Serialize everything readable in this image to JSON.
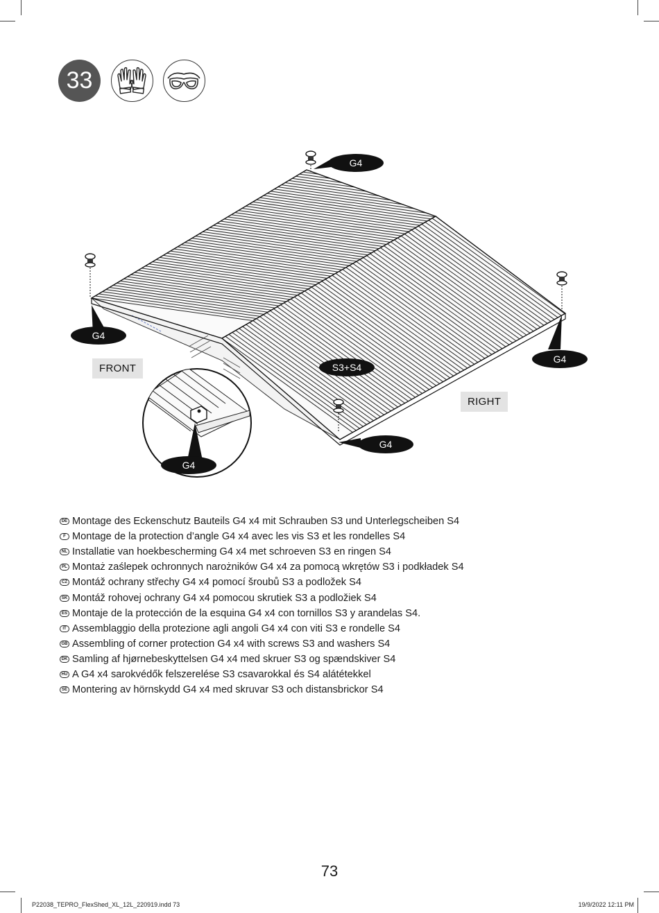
{
  "step": {
    "number": "33"
  },
  "safety_icons": [
    "gloves-icon",
    "goggles-icon"
  ],
  "callouts": {
    "top": "G4",
    "left": "G4",
    "right": "G4",
    "bottom": "G4",
    "center": "S3+S4",
    "detail": "G4"
  },
  "labels": {
    "front": "FRONT",
    "right": "RIGHT"
  },
  "instructions": [
    {
      "code": "DE",
      "text": "Montage des Eckenschutz Bauteils G4 x4 mit Schrauben S3 und Unterlegscheiben S4"
    },
    {
      "code": "F",
      "text": "Montage de la protection d’angle G4 x4 avec les vis S3 et les rondelles S4"
    },
    {
      "code": "NL",
      "text": "Installatie van hoekbescherming G4 x4 met schroeven S3 en ringen S4"
    },
    {
      "code": "PL",
      "text": "Montaż zaślepek ochronnych narożników G4 x4 za pomocą wkrętów S3 i podkładek S4"
    },
    {
      "code": "CZ",
      "text": "Montáž ochrany střechy G4 x4 pomocí šroubů S3 a podložek S4"
    },
    {
      "code": "SK",
      "text": "Montáž rohovej ochrany G4 x4 pomocou skrutiek S3 a podložiek S4"
    },
    {
      "code": "ES",
      "text": "Montaje de la protección de la esquina G4 x4 con tornillos S3 y arandelas S4."
    },
    {
      "code": "IT",
      "text": "Assemblaggio della protezione agli angoli G4 x4 con viti S3 e rondelle S4"
    },
    {
      "code": "GB",
      "text": "Assembling of corner protection G4 x4 with screws S3 and washers S4"
    },
    {
      "code": "DK",
      "text": "Samling af hjørnebeskyttelsen G4 x4 med skruer S3 og spændskiver S4"
    },
    {
      "code": "HU",
      "text": "A G4 x4 sarokvédők felszerelése S3 csavarokkal és S4 alátétekkel"
    },
    {
      "code": "SE",
      "text": "Montering av hörnskydd G4 x4 med skruvar S3 och distansbrickor S4"
    }
  ],
  "page_number": "73",
  "footer": {
    "file": "P22038_TEPRO_FlexShed_XL_12L_220919.indd   73",
    "date": "19/9/2022   12:11 PM"
  }
}
